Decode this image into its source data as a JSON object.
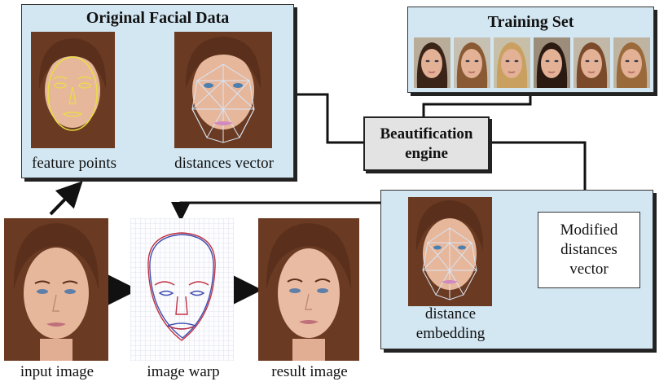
{
  "original_panel": {
    "title": "Original Facial Data",
    "left_caption": "feature points",
    "right_caption": "distances vector"
  },
  "training_panel": {
    "title": "Training Set",
    "face_count": 6
  },
  "engine": {
    "line1": "Beautification",
    "line2": "engine"
  },
  "embedding_panel": {
    "caption_line1": "distance",
    "caption_line2": "embedding",
    "box_line1": "Modified",
    "box_line2": "distances",
    "box_line3": "vector"
  },
  "bottom_row": {
    "input_caption": "input image",
    "warp_caption": "image warp",
    "result_caption": "result image"
  },
  "colors": {
    "panel_fill": "#d3e7f3",
    "engine_fill": "#e3e3e3",
    "feature_line": "#e8e040",
    "mesh_line": "#c8dcf2",
    "warp_red": "#c03040",
    "warp_blue": "#4050b0",
    "skin": "#e7b79c",
    "hair": "#6b3a22"
  }
}
